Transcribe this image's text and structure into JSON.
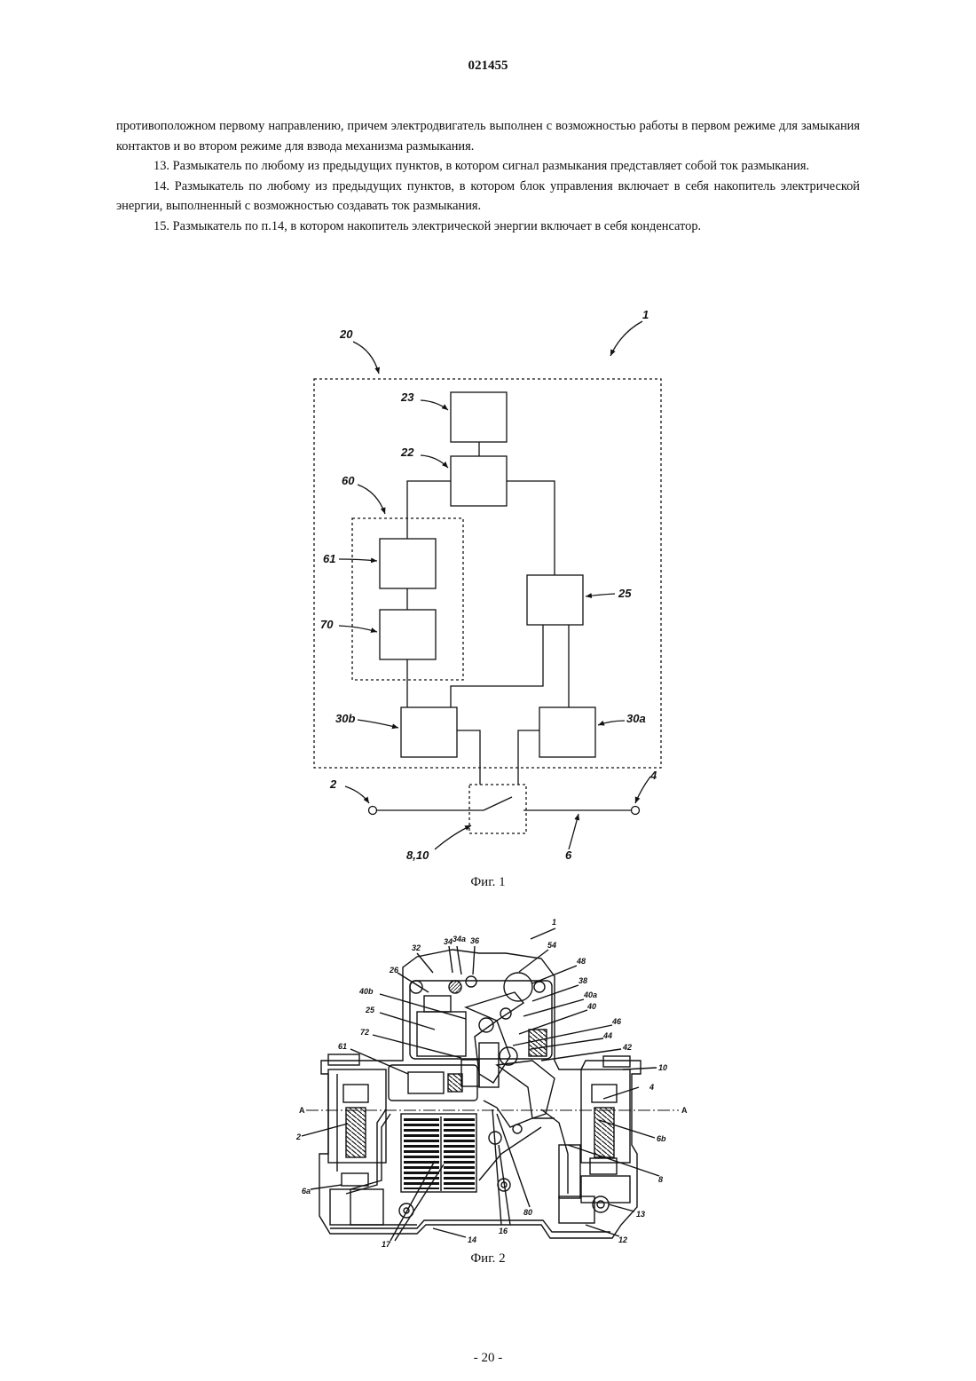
{
  "document": {
    "number": "021455",
    "page_number": "- 20 -"
  },
  "body": {
    "continuation": "противоположном первому направлению, причем электродвигатель выполнен с возможностью работы в первом режиме для замыкания контактов и во втором режиме для взвода механизма размыкания.",
    "claim_13": "13. Размыкатель по любому из предыдущих пунктов, в котором сигнал размыкания представляет собой ток размыкания.",
    "claim_14": "14. Размыкатель по любому из предыдущих пунктов, в котором блок управления включает в себя накопитель электрической энергии, выполненный с возможностью создавать ток размыкания.",
    "claim_15": "15. Размыкатель по п.14, в котором накопитель электрической энергии включает в себя конденсатор."
  },
  "figure1": {
    "caption": "Фиг. 1",
    "labels": {
      "device": "1",
      "control_unit": "20",
      "block_23": "23",
      "block_22": "22",
      "group_60": "60",
      "block_61": "61",
      "block_70": "70",
      "block_25": "25",
      "block_30b": "30b",
      "block_30a": "30a",
      "terminal_2": "2",
      "terminal_4": "4",
      "contacts": "8,10",
      "line_6": "6"
    }
  },
  "figure2": {
    "caption": "Фиг. 2",
    "section_mark": "A",
    "labels": [
      "1",
      "32",
      "34",
      "34a",
      "36",
      "54",
      "48",
      "26",
      "38",
      "40b",
      "40a",
      "25",
      "40",
      "46",
      "72",
      "44",
      "42",
      "61",
      "10",
      "4",
      "2",
      "6b",
      "6a",
      "8",
      "80",
      "13",
      "16",
      "17",
      "14",
      "12"
    ]
  }
}
